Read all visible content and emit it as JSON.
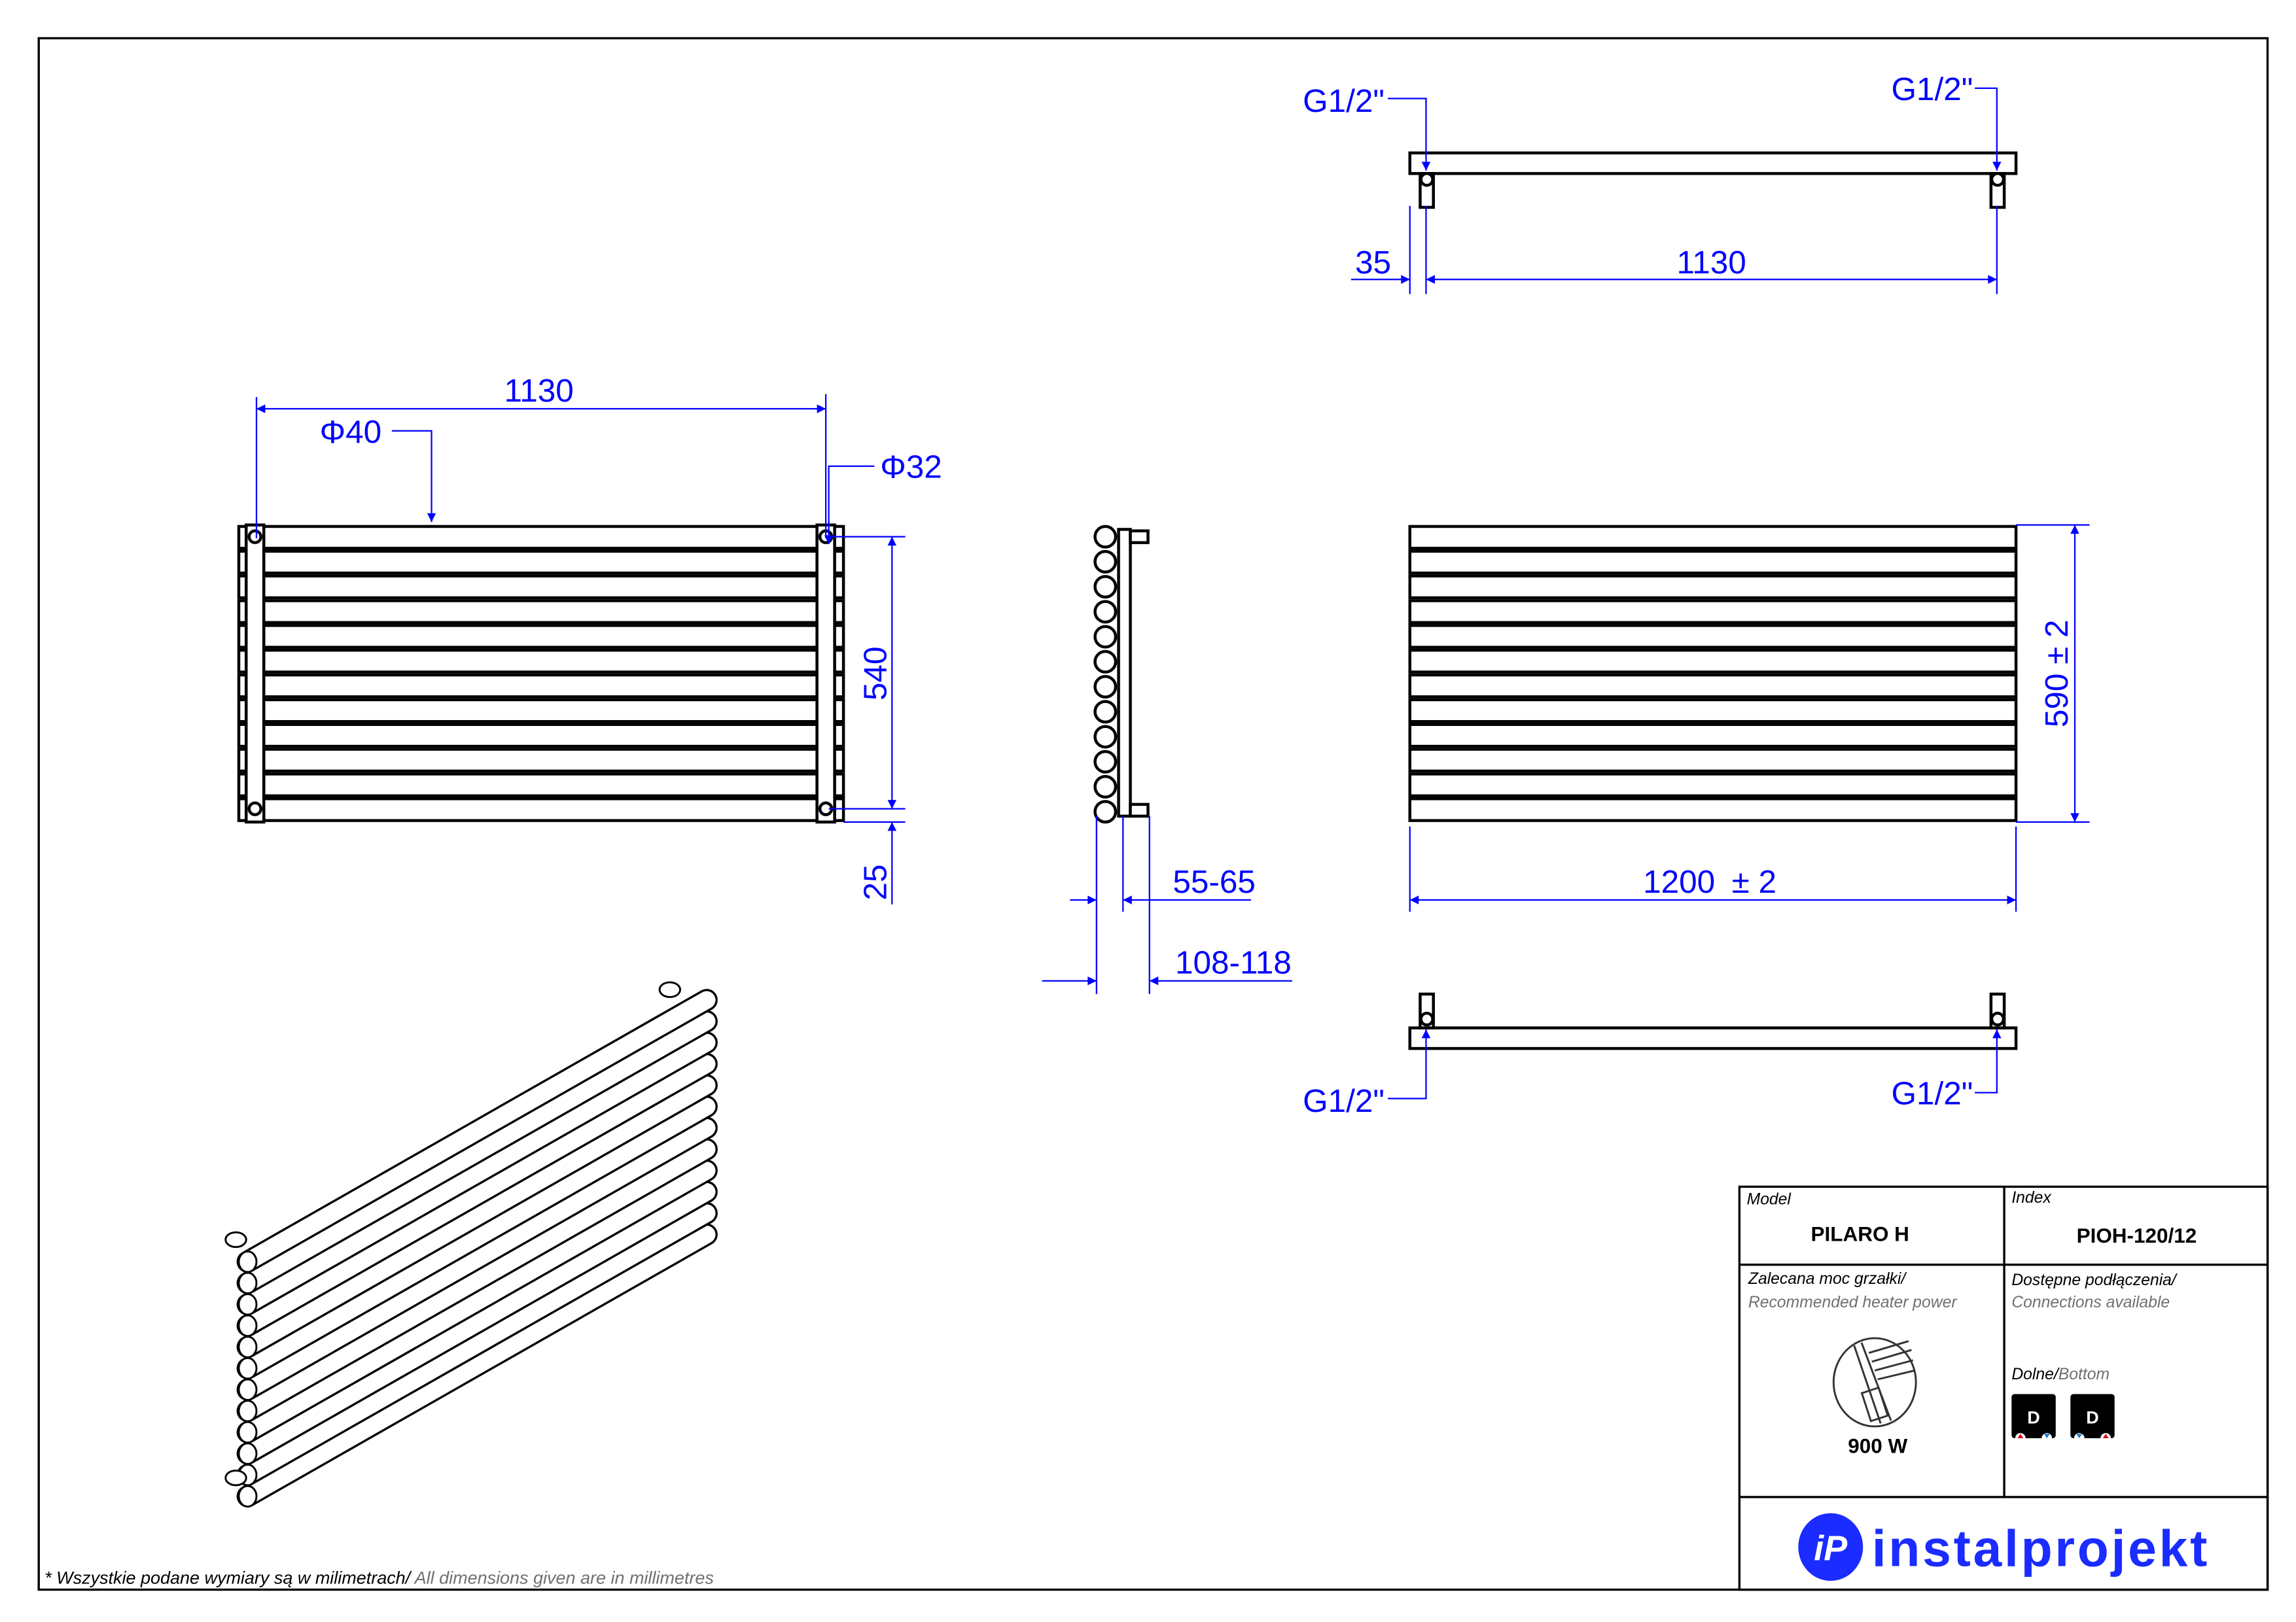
{
  "drawing": {
    "front_view": {
      "width_label": "1130",
      "tube_diameter_label": "Φ40",
      "collector_diameter_label": "Φ32",
      "spacing_label": "540",
      "bottom_offset_label": "25",
      "tube_count": 12
    },
    "side_view": {
      "wall_distance_label": "55-65",
      "depth_label": "108-118"
    },
    "rear_view": {
      "height_label": "590 ± 2",
      "width_label": "1200",
      "width_tolerance": "± 2"
    },
    "top_view": {
      "connection_left": "G1/2\"",
      "connection_right": "G1/2\"",
      "offset_label": "35",
      "spacing_label": "1130"
    },
    "bottom_view": {
      "connection_left": "G1/2\"",
      "connection_right": "G1/2\""
    }
  },
  "title_block": {
    "model_label": "Model",
    "model_value": "PILARO H",
    "index_label": "Index",
    "index_value": "PIOH-120/12",
    "heater_label_pl": "Zalecana moc grzałki/",
    "heater_label_en": "Recommended heater power",
    "heater_power": "900 W",
    "connections_label_pl": "Dostępne podłączenia/",
    "connections_label_en": "Connections available",
    "bottom_label_pl": "Dolne/",
    "bottom_label_en": "Bottom",
    "connection_badges": [
      "D",
      "D"
    ],
    "brand": "instalprojekt",
    "brand_mark": "iP"
  },
  "footnote": {
    "pl": "* Wszystkie podane wymiary są w milimetrach/",
    "en": " All dimensions given are in millimetres"
  },
  "colors": {
    "dimension": "#0000ff",
    "brand": "#1a2cff",
    "supply": "#e0001a",
    "return": "#1e78c8"
  }
}
